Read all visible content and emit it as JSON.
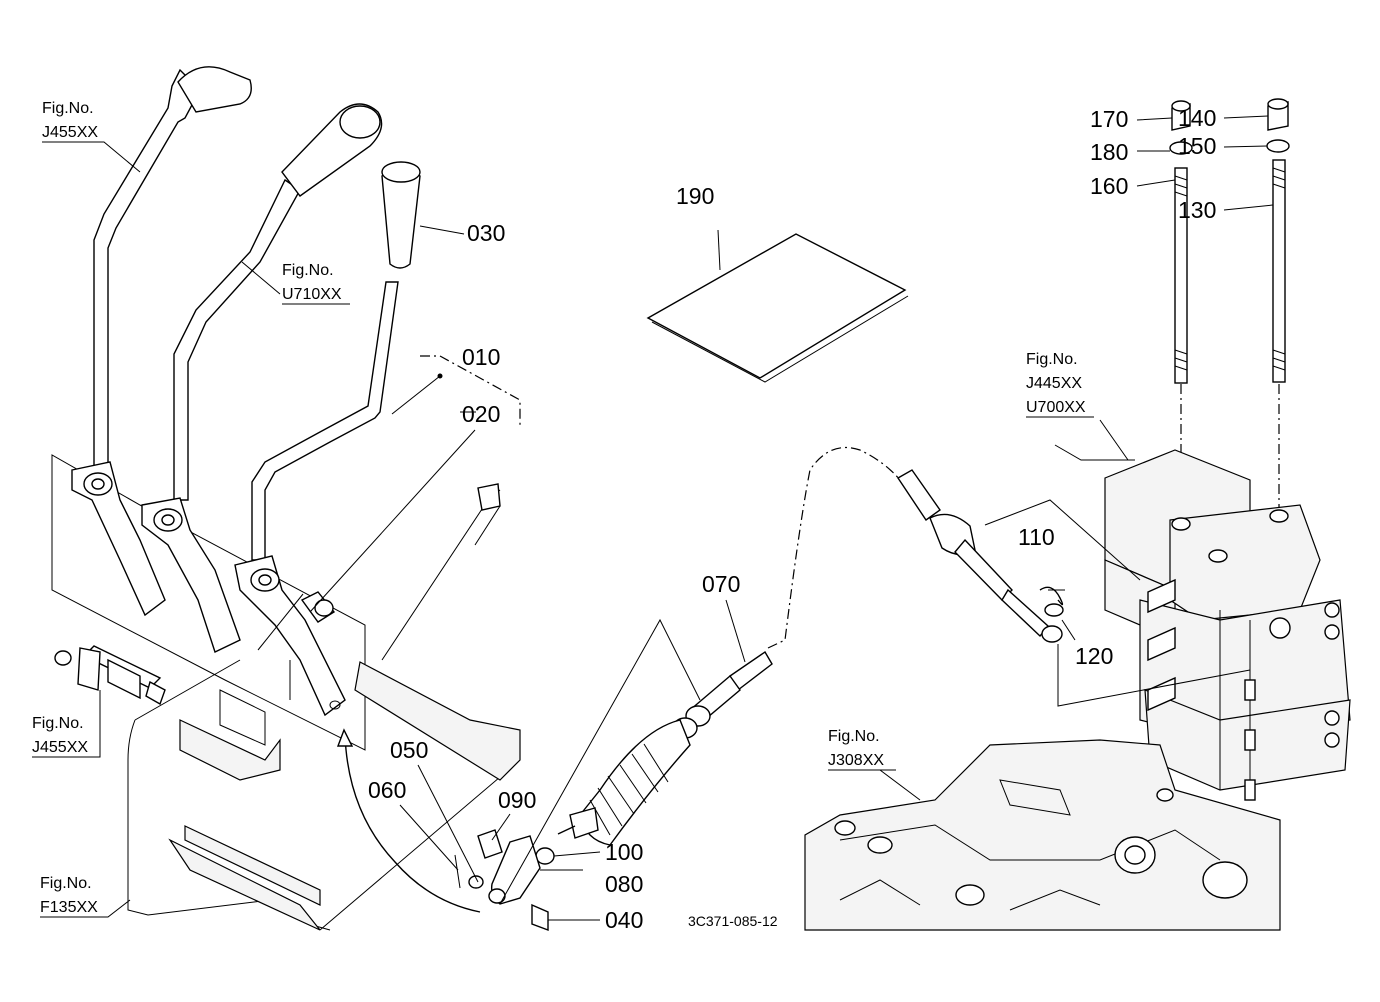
{
  "part_numbers": {
    "p010": "010",
    "p020": "020",
    "p030": "030",
    "p040": "040",
    "p050": "050",
    "p060": "060",
    "p070": "070",
    "p080": "080",
    "p090": "090",
    "p100": "100",
    "p110": "110",
    "p120": "120",
    "p130": "130",
    "p140": "140",
    "p150": "150",
    "p160": "160",
    "p170": "170",
    "p180": "180",
    "p190": "190"
  },
  "figure_refs": {
    "fig_label": "Fig.No.",
    "j455_top": "J455XX",
    "u710": "U710XX",
    "j455_left": "J455XX",
    "f135": "F135XX",
    "j445": "J445XX",
    "u700": "U700XX",
    "j308": "J308XX"
  },
  "diagram_code": "3C371-085-12"
}
